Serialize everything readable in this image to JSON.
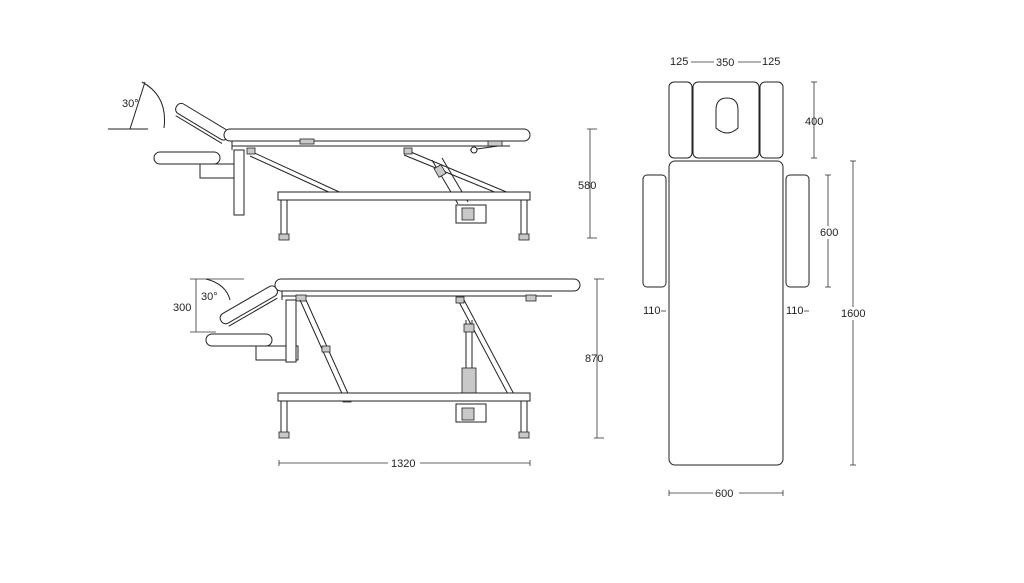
{
  "dimensions": {
    "angle_top": "30°",
    "angle_bottom": "30°",
    "height_min": "580",
    "height_max": "870",
    "headrest_drop": "300",
    "length_side": "1320",
    "head_side_width": "125",
    "head_center_width": "350",
    "head_side_width_right": "125",
    "head_length": "400",
    "armrest_length": "600",
    "armrest_width_left": "110",
    "armrest_width_right": "110",
    "total_length": "1600",
    "width": "600"
  }
}
